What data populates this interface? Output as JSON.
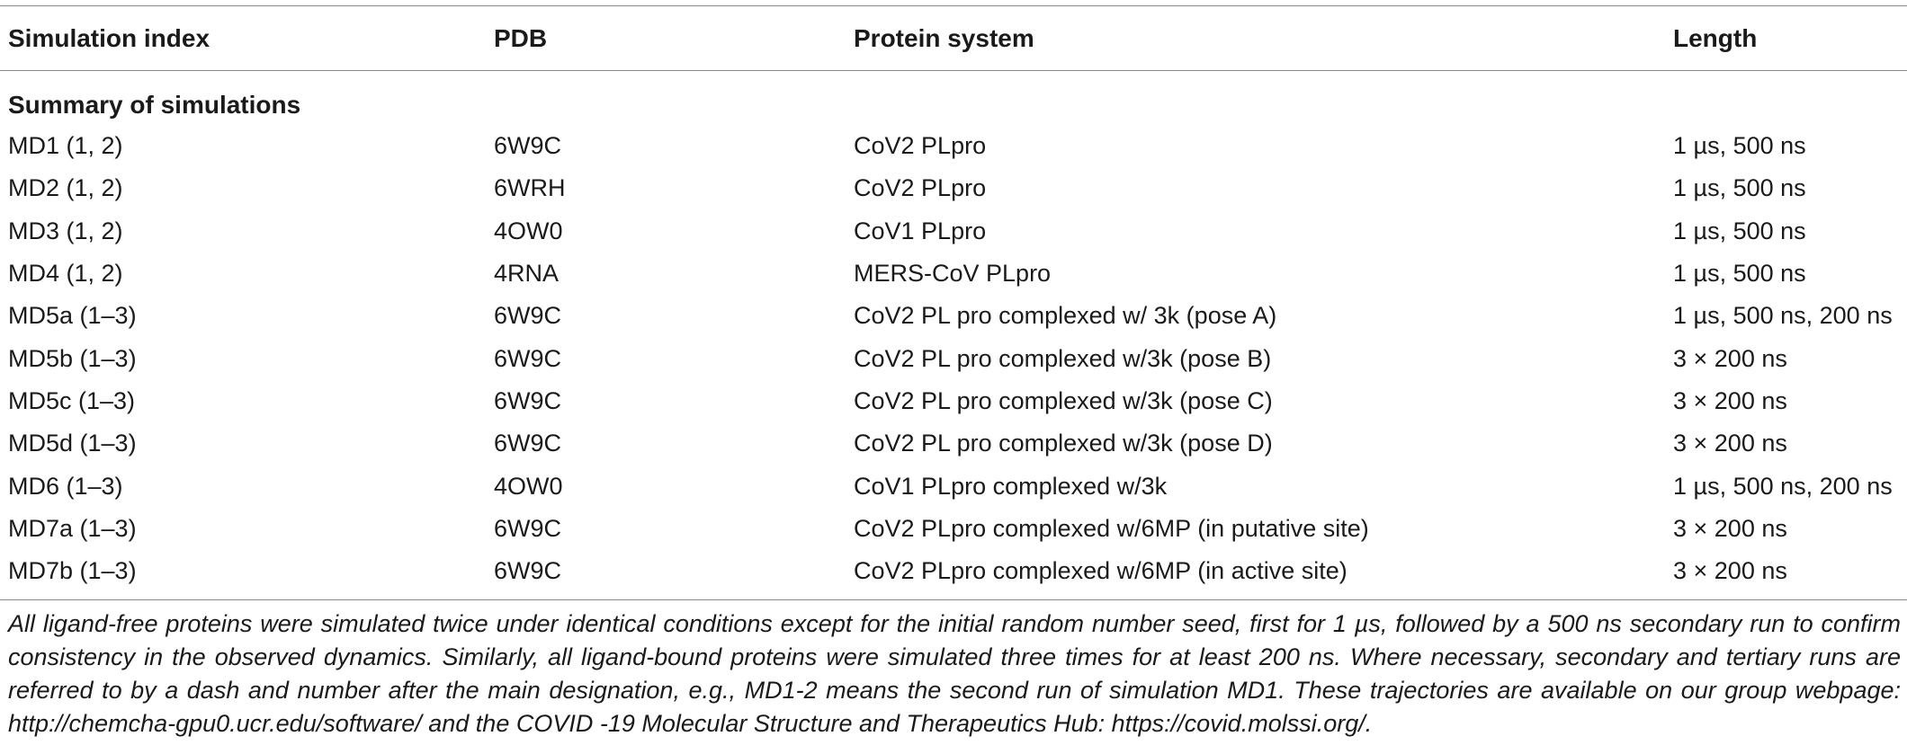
{
  "table": {
    "headers": [
      "Simulation index",
      "PDB",
      "Protein system",
      "Length"
    ],
    "section_label": "Summary of simulations",
    "rows": [
      [
        "MD1 (1, 2)",
        "6W9C",
        "CoV2 PLpro",
        "1 µs, 500 ns"
      ],
      [
        "MD2 (1, 2)",
        "6WRH",
        "CoV2 PLpro",
        "1 µs, 500 ns"
      ],
      [
        "MD3 (1, 2)",
        "4OW0",
        "CoV1 PLpro",
        "1 µs, 500 ns"
      ],
      [
        "MD4 (1, 2)",
        "4RNA",
        "MERS-CoV PLpro",
        "1 µs, 500 ns"
      ],
      [
        "MD5a (1–3)",
        "6W9C",
        "CoV2 PL pro complexed w/ 3k (pose A)",
        "1 µs, 500 ns, 200 ns"
      ],
      [
        "MD5b (1–3)",
        "6W9C",
        "CoV2 PL pro complexed w/3k (pose B)",
        "3 × 200 ns"
      ],
      [
        "MD5c (1–3)",
        "6W9C",
        "CoV2 PL pro complexed w/3k (pose C)",
        "3 × 200 ns"
      ],
      [
        "MD5d (1–3)",
        "6W9C",
        "CoV2 PL pro complexed w/3k (pose D)",
        "3 × 200 ns"
      ],
      [
        "MD6 (1–3)",
        "4OW0",
        "CoV1 PLpro complexed w/3k",
        "1 µs, 500 ns, 200 ns"
      ],
      [
        "MD7a (1–3)",
        "6W9C",
        "CoV2 PLpro complexed w/6MP (in putative site)",
        "3 × 200 ns"
      ],
      [
        "MD7b (1–3)",
        "6W9C",
        "CoV2 PLpro complexed w/6MP (in active site)",
        "3 × 200 ns"
      ]
    ]
  },
  "footnote": "All ligand-free proteins were simulated twice under identical conditions except for the initial random number seed, first for 1 µs, followed by a 500 ns secondary run to confirm consistency in the observed dynamics. Similarly, all ligand-bound proteins were simulated three times for at least 200 ns. Where necessary, secondary and tertiary runs are referred to by a dash and number after the main designation, e.g., MD1-2 means the second run of simulation MD1. These trajectories are available on our group webpage: http://chemcha-gpu0.ucr.edu/software/ and the COVID -19 Molecular Structure and Therapeutics Hub: https://covid.molssi.org/.",
  "colors": {
    "text": "#1a1a1a",
    "rule": "#8a8a8a"
  }
}
